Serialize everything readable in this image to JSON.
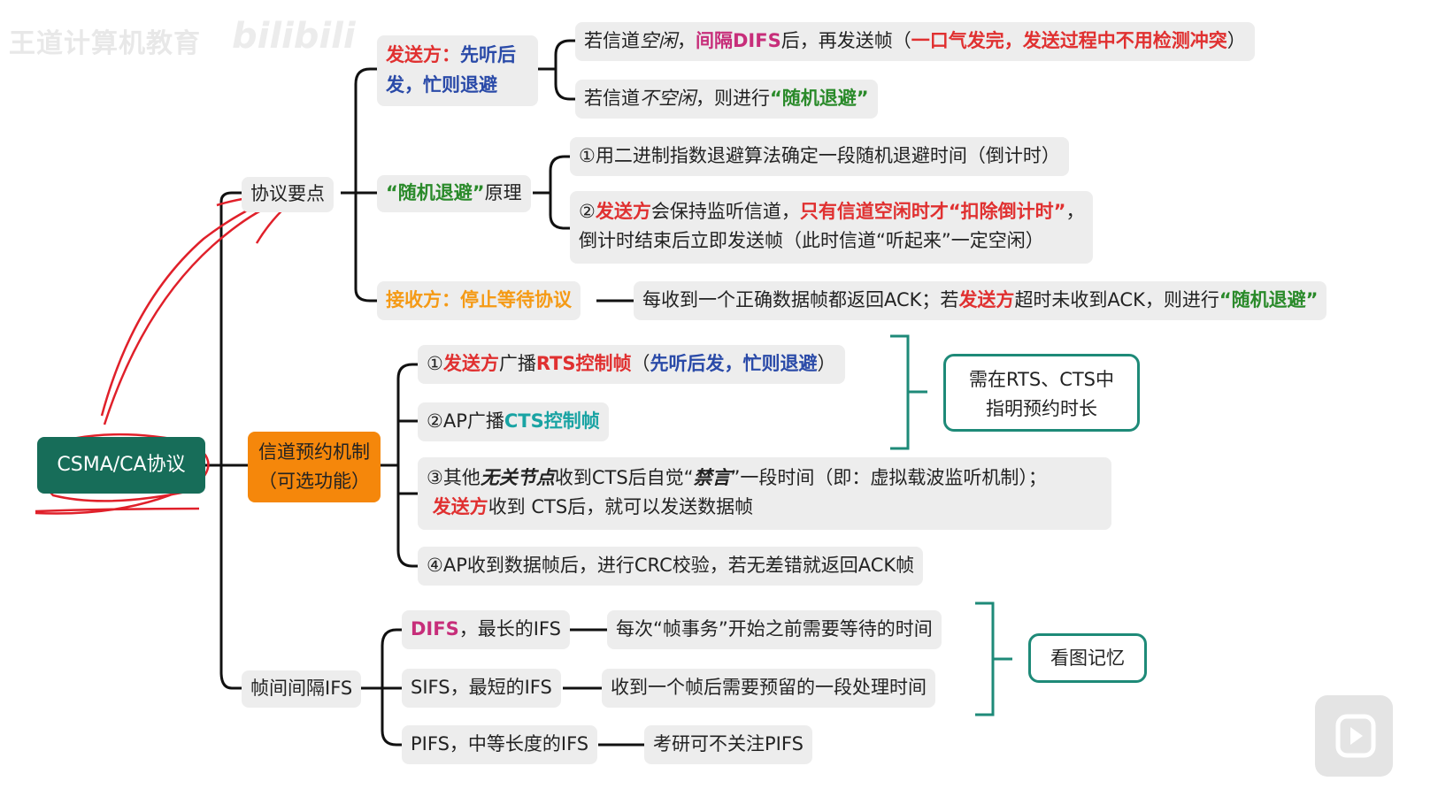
{
  "watermark": {
    "text": "王道计算机教育",
    "brand": "bilibili"
  },
  "root": {
    "label": "CSMA/CA协议"
  },
  "branch1": {
    "label": "协议要点",
    "sender": {
      "part1": "发送方：",
      "part2": "先听后",
      "part3": "发，忙则退避"
    },
    "sender_idle": {
      "a": "若信道",
      "b": "空闲",
      "c": "，",
      "d": "间隔DIFS",
      "e": "后，再发送帧（",
      "f": "一口气发完，发送过程中不用检测冲突",
      "g": "）"
    },
    "sender_busy": {
      "a": "若信道",
      "b": "不空闲",
      "c": "，则进行",
      "d": "“随机退避”"
    },
    "backoff": {
      "a": "“随机退避”",
      "b": "原理"
    },
    "backoff_1": "①用二进制指数退避算法确定一段随机退避时间（倒计时）",
    "backoff_2": {
      "a": "②",
      "b": "发送方",
      "c": "会保持监听信道，",
      "d": "只有信道空闲时才“扣除倒计时”",
      "e": "，",
      "line2": "倒计时结束后立即发送帧（此时信道“听起来”一定空闲）"
    },
    "receiver": "接收方：停止等待协议",
    "receiver_desc": {
      "a": "每收到一个正确数据帧都返回ACK；若",
      "b": "发送方",
      "c": "超时未收到ACK，则进行",
      "d": "“随机退避”"
    }
  },
  "branch2": {
    "label_line1": "信道预约机制",
    "label_line2": "（可选功能）",
    "step1": {
      "a": "①",
      "b": "发送方",
      "c": "广播",
      "d": "RTS控制帧",
      "e": "（",
      "f": "先听后发，忙则退避",
      "g": "）"
    },
    "step2": {
      "a": "②AP广播",
      "b": "CTS控制帧"
    },
    "step3": {
      "a": "③其他",
      "b": "无关节点",
      "c": "收到CTS后自觉“",
      "d": "禁言",
      "e": "”一段时间（即：虚拟载波监听机制）；",
      "f": "发送方",
      "g": "收到 CTS后，就可以发送数据帧"
    },
    "step4": "④AP收到数据帧后，进行CRC校验，若无差错就返回ACK帧",
    "note_line1": "需在RTS、CTS中",
    "note_line2": "指明预约时长"
  },
  "branch3": {
    "label": "帧间间隔IFS",
    "difs": {
      "a": "DIFS",
      "b": "，最长的IFS"
    },
    "difs_desc": "每次“帧事务”开始之前需要等待的时间",
    "sifs": "SIFS，最短的IFS",
    "sifs_desc": "收到一个帧后需要预留的一段处理时间",
    "pifs": "PIFS，中等长度的IFS",
    "pifs_desc": "考研可不关注PIFS",
    "note": "看图记忆"
  },
  "colors": {
    "root": "#176d59",
    "orange": "#f5870b",
    "red": "#e03030",
    "blue": "#2a4aa8",
    "green": "#2a8a2a",
    "teal": "#19a3a3",
    "note_border": "#1e8a78",
    "annotation": "#e0202a"
  }
}
